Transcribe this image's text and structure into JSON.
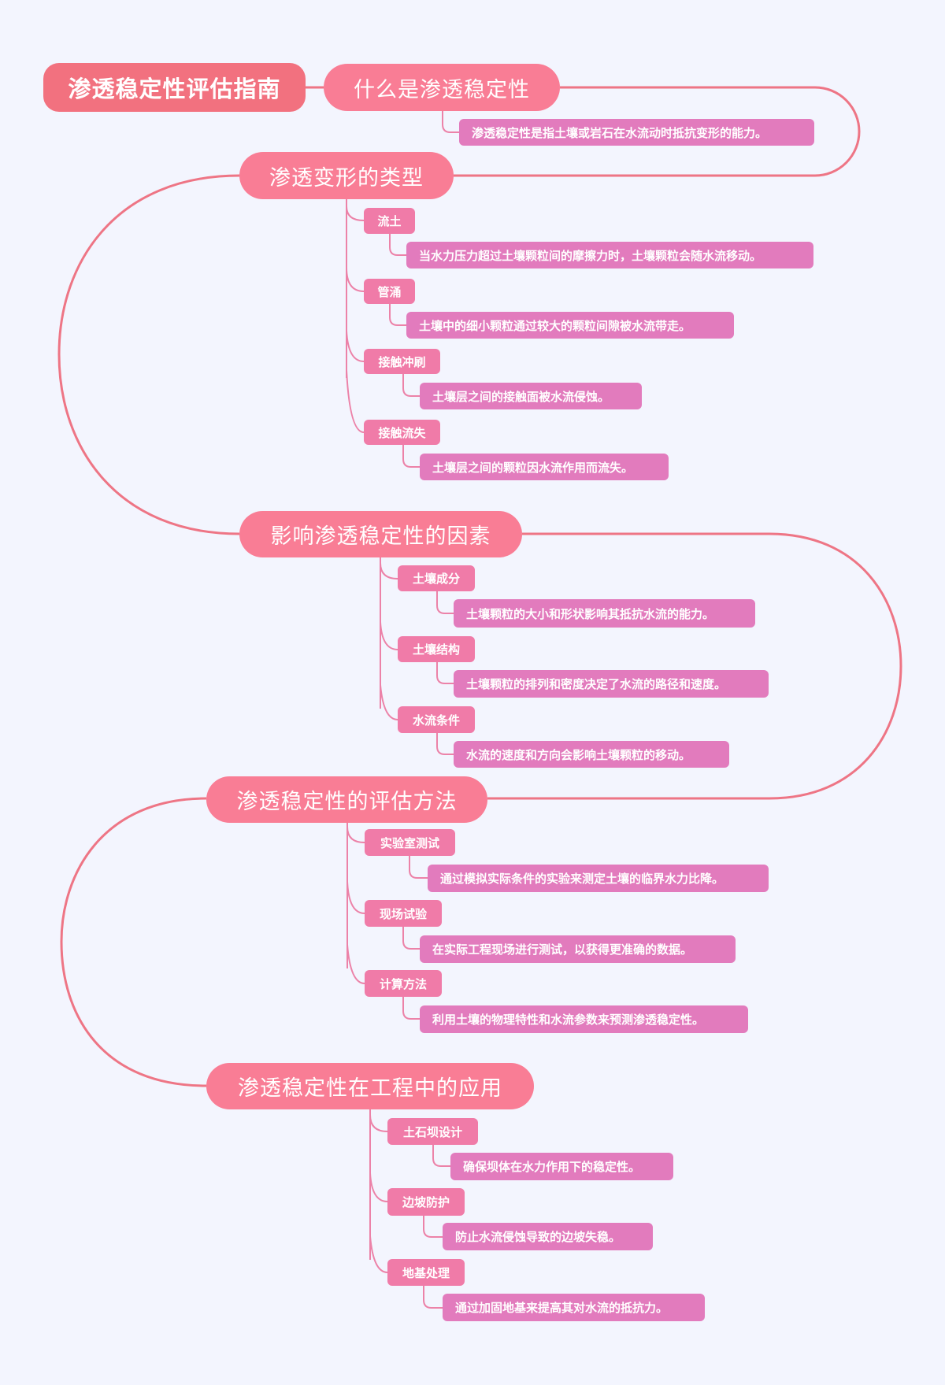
{
  "colors": {
    "background": "#F3F5FE",
    "root": "#F2717F",
    "topic": "#F97D95",
    "subtopic": "#F07BA8",
    "detail": "#E27BBD",
    "main_line": "#EE7585",
    "branch_line": "#EC82A8"
  },
  "root": {
    "label": "渗透稳定性评估指南"
  },
  "topics": [
    {
      "label": "什么是渗透稳定性",
      "detail": "渗透稳定性是指土壤或岩石在水流动时抵抗变形的能力。"
    },
    {
      "label": "渗透变形的类型",
      "children": [
        {
          "label": "流土",
          "detail": "当水力压力超过土壤颗粒间的摩擦力时，土壤颗粒会随水流移动。"
        },
        {
          "label": "管涌",
          "detail": "土壤中的细小颗粒通过较大的颗粒间隙被水流带走。"
        },
        {
          "label": "接触冲刷",
          "detail": "土壤层之间的接触面被水流侵蚀。"
        },
        {
          "label": "接触流失",
          "detail": "土壤层之间的颗粒因水流作用而流失。"
        }
      ]
    },
    {
      "label": "影响渗透稳定性的因素",
      "children": [
        {
          "label": "土壤成分",
          "detail": "土壤颗粒的大小和形状影响其抵抗水流的能力。"
        },
        {
          "label": "土壤结构",
          "detail": "土壤颗粒的排列和密度决定了水流的路径和速度。"
        },
        {
          "label": "水流条件",
          "detail": "水流的速度和方向会影响土壤颗粒的移动。"
        }
      ]
    },
    {
      "label": "渗透稳定性的评估方法",
      "children": [
        {
          "label": "实验室测试",
          "detail": "通过模拟实际条件的实验来测定土壤的临界水力比降。"
        },
        {
          "label": "现场试验",
          "detail": "在实际工程现场进行测试，以获得更准确的数据。"
        },
        {
          "label": "计算方法",
          "detail": "利用土壤的物理特性和水流参数来预测渗透稳定性。"
        }
      ]
    },
    {
      "label": "渗透稳定性在工程中的应用",
      "children": [
        {
          "label": "土石坝设计",
          "detail": "确保坝体在水力作用下的稳定性。"
        },
        {
          "label": "边坡防护",
          "detail": "防止水流侵蚀导致的边坡失稳。"
        },
        {
          "label": "地基处理",
          "detail": "通过加固地基来提高其对水流的抵抗力。"
        }
      ]
    }
  ]
}
